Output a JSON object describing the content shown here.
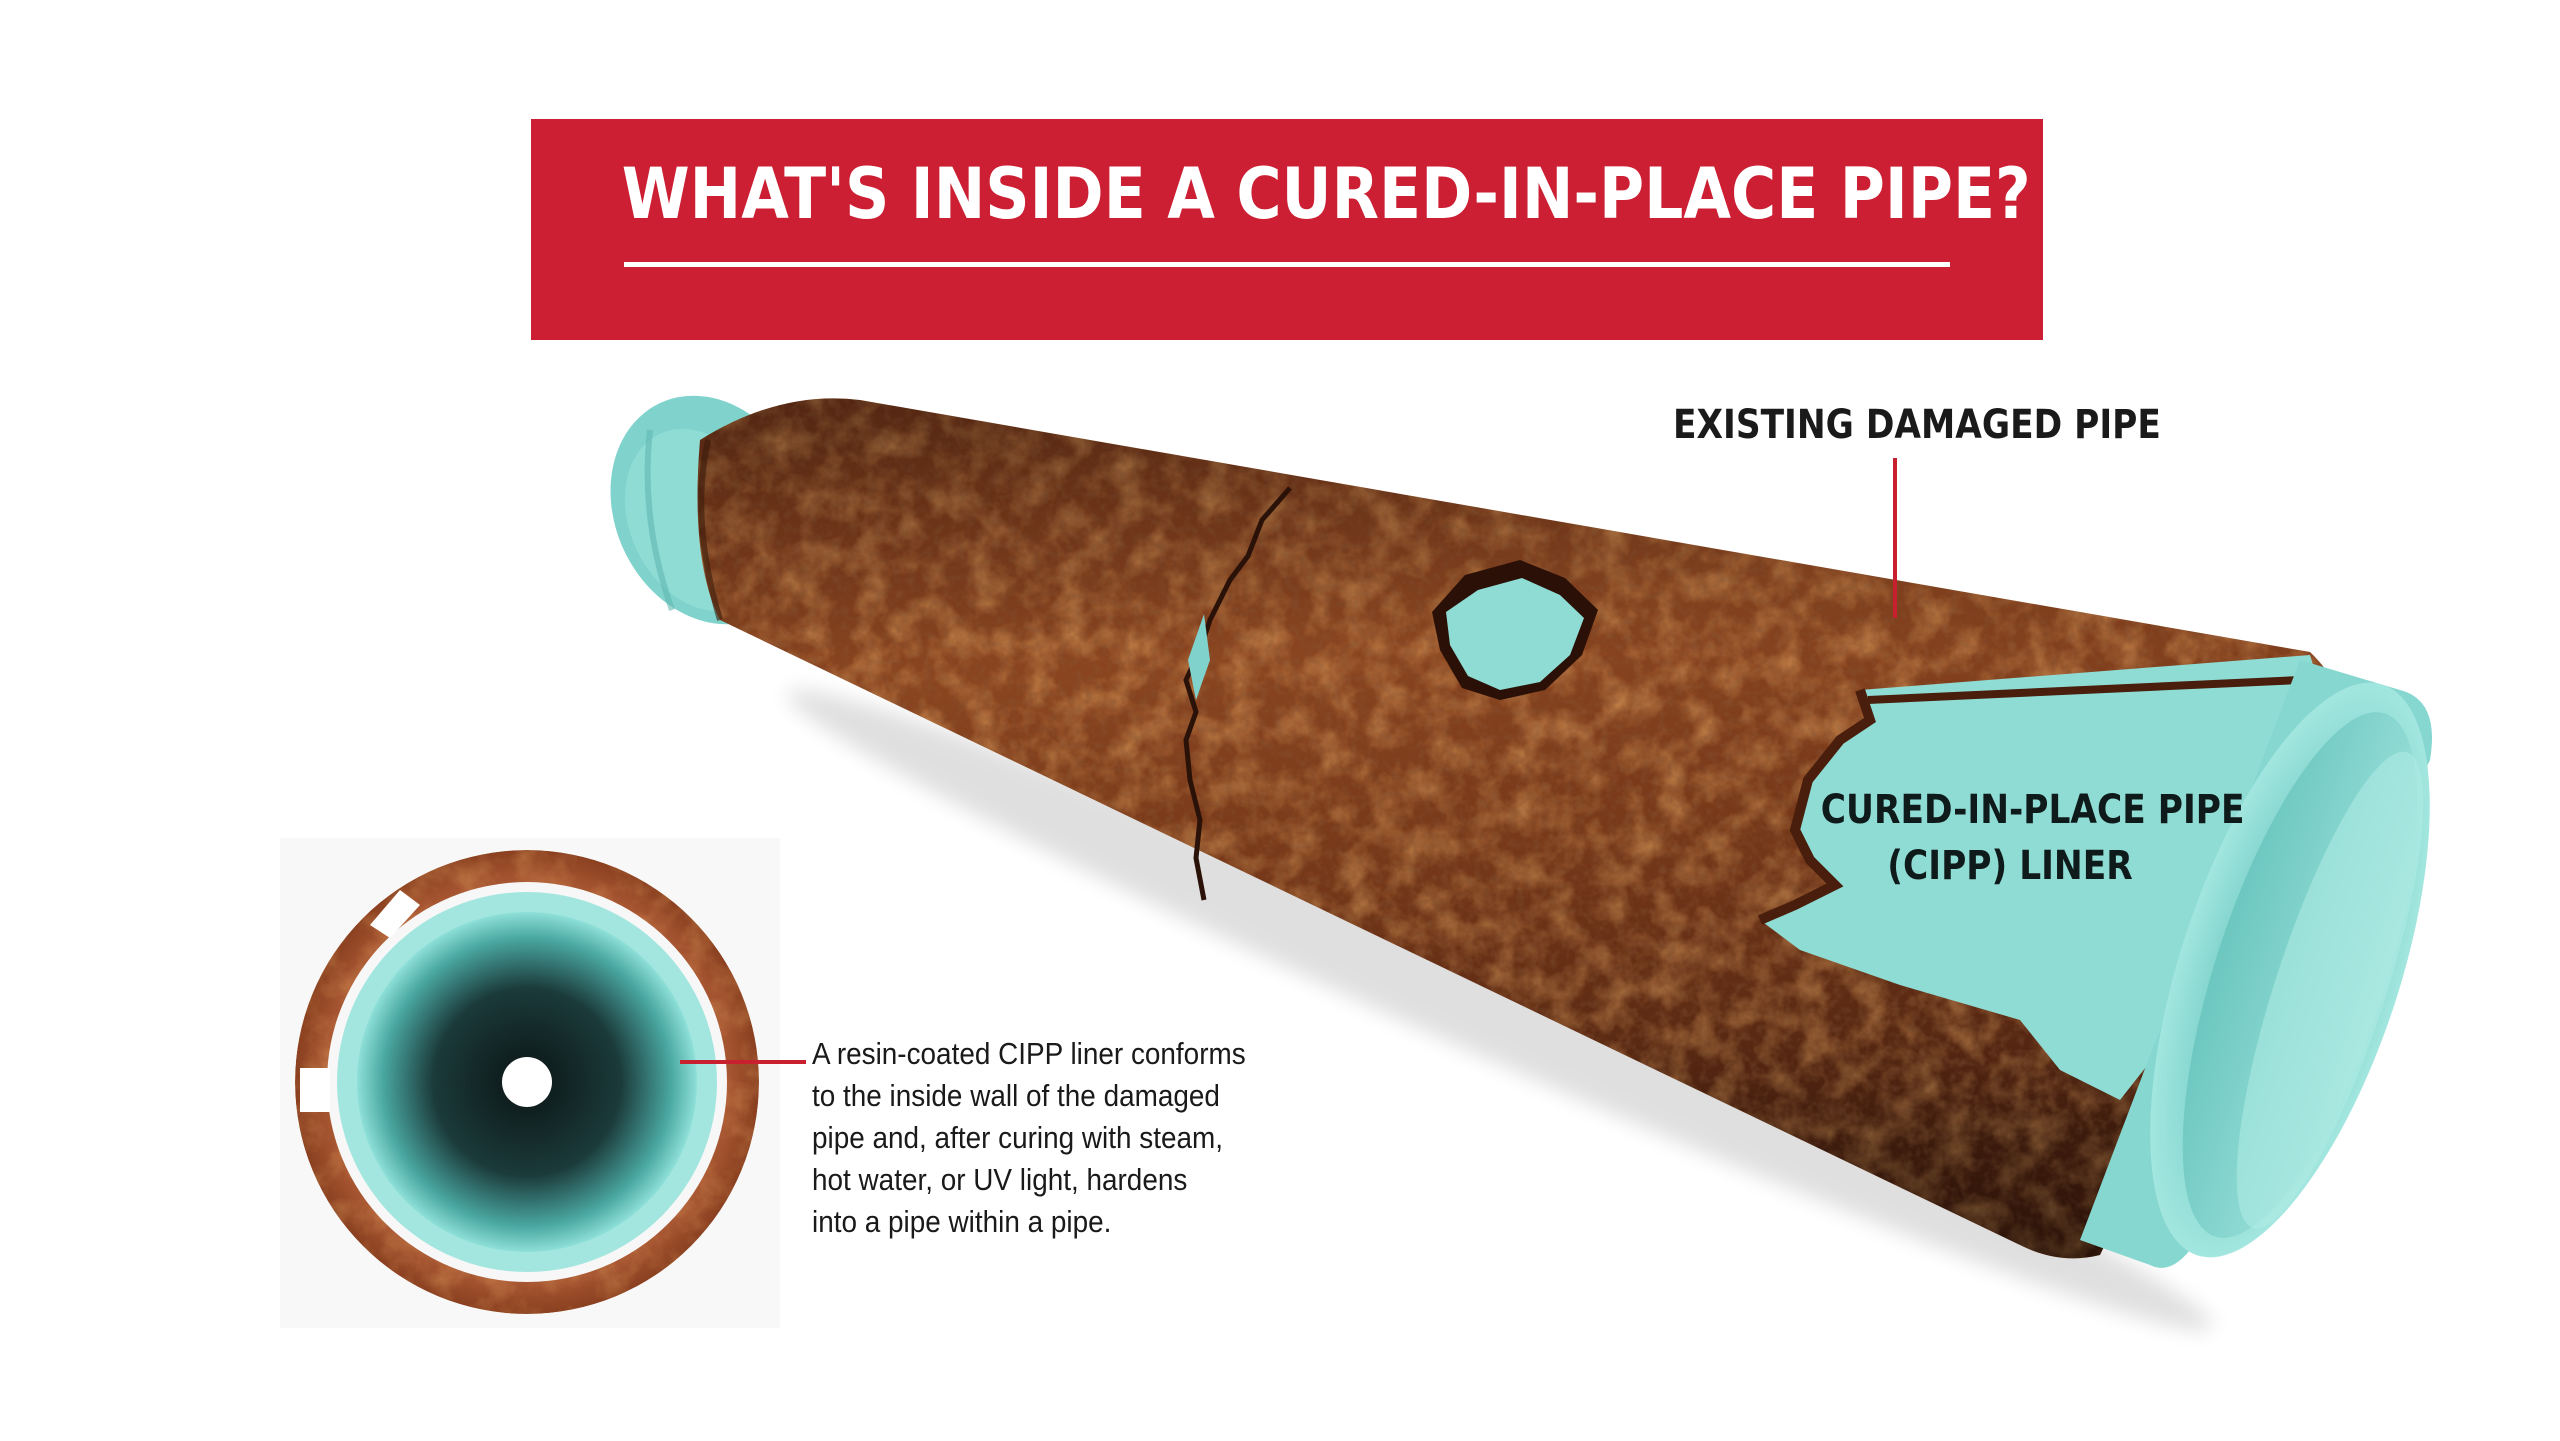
{
  "title": "WHAT'S INSIDE A CURED-IN-PLACE PIPE?",
  "labels": {
    "existing_pipe": "EXISTING DAMAGED PIPE",
    "cipp_liner_line1": "CURED-IN-PLACE PIPE",
    "cipp_liner_line2": "(CIPP) LINER"
  },
  "description_lines": [
    "A resin-coated CIPP liner conforms",
    "to the inside wall of the damaged",
    "pipe and, after curing with steam,",
    "hot water, or UV light, hardens",
    "into a pipe within a pipe."
  ],
  "colors": {
    "banner_red": "#cc1f33",
    "leader_red": "#c8202f",
    "rust": "#7a3a1c",
    "liner_teal": "#8fdcd6"
  }
}
